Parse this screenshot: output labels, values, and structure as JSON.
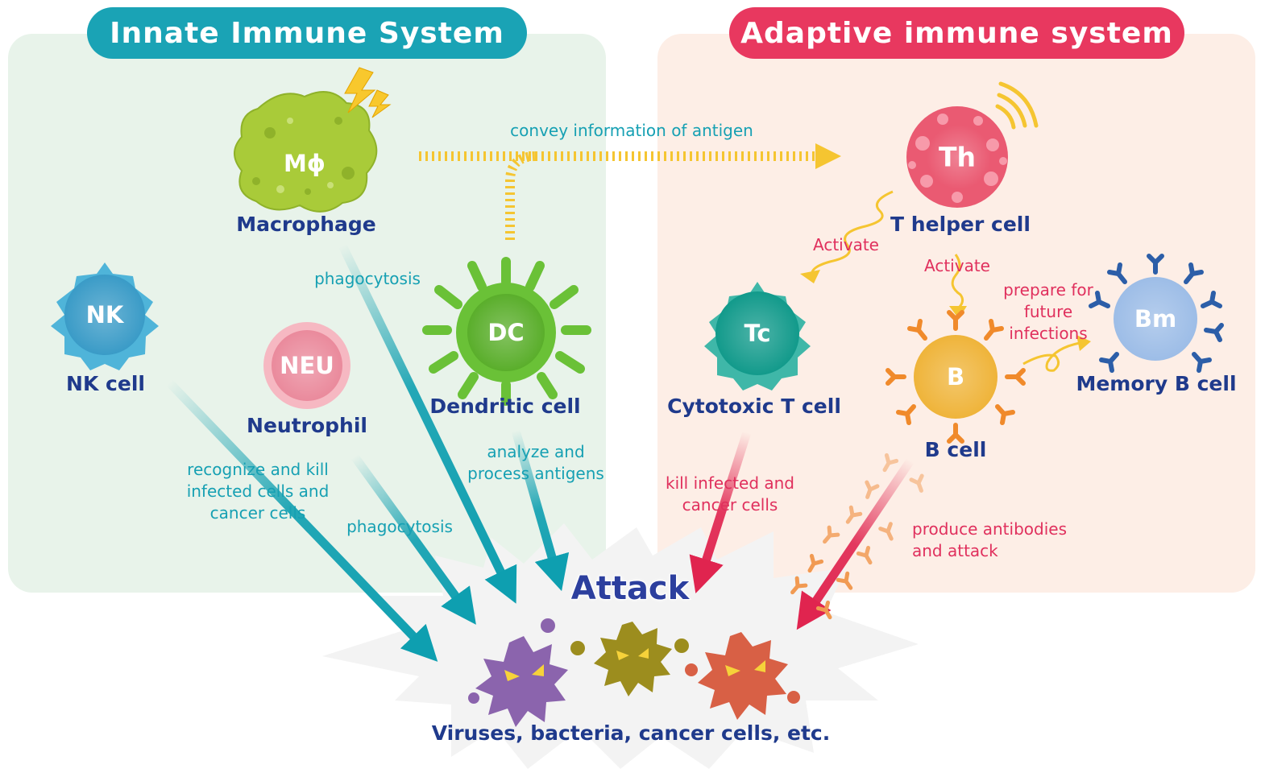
{
  "innate": {
    "title": "Innate Immune System",
    "cells": {
      "macrophage": {
        "code": "Mϕ",
        "name": "Macrophage"
      },
      "nk": {
        "code": "NK",
        "name": "NK cell"
      },
      "neutrophil": {
        "code": "NEU",
        "name": "Neutrophil"
      },
      "dendritic": {
        "code": "DC",
        "name": "Dendritic cell"
      }
    },
    "notes": {
      "macrophage_action": "phagocytosis",
      "nk_action": "recognize and kill infected cells and cancer cells",
      "neutrophil_action": "phagocytosis",
      "dendritic_action": "analyze and process antigens"
    }
  },
  "adaptive": {
    "title": "Adaptive immune system",
    "cells": {
      "helper": {
        "code": "Th",
        "name": "T helper cell"
      },
      "cytotoxic": {
        "code": "Tc",
        "name": "Cytotoxic T cell"
      },
      "bcell": {
        "code": "B",
        "name": "B cell"
      },
      "memory_b": {
        "code": "Bm",
        "name": "Memory B cell"
      }
    },
    "notes": {
      "activate_tc": "Activate",
      "activate_b": "Activate",
      "prepare": "prepare for future infections",
      "tc_action": "kill infected and cancer cells",
      "b_action": "produce antibodies and attack"
    }
  },
  "convey": "convey information of antigen",
  "attack": "Attack",
  "pathogens": "Viruses, bacteria, cancer cells, etc.",
  "colors": {
    "innate_accent": "#1aa3b5",
    "adaptive_accent": "#e8385f",
    "innate_bg": "#e8f3ea",
    "adaptive_bg": "#fdeee6",
    "label_navy": "#1f3a8c"
  },
  "icons": [
    "lightning-icon",
    "signal-waves-icon"
  ]
}
